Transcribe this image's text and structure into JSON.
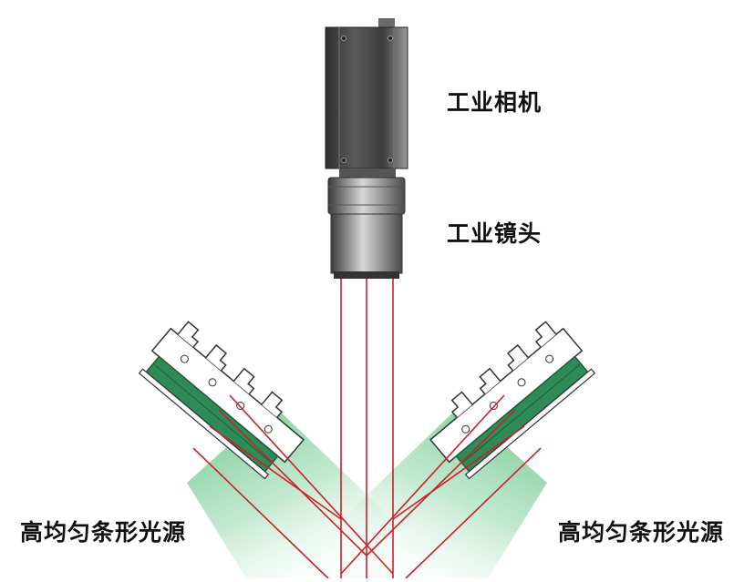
{
  "labels": {
    "camera": "工业相机",
    "lens": "工业镜头",
    "light_left": "高均匀条形光源",
    "light_right": "高均匀条形光源"
  },
  "colors": {
    "camera_body": "#4a4a4a",
    "lens_body": "#7a7a7a",
    "light_beam": "#7fcf9a",
    "light_emitter": "#2e8b57",
    "ray": "#cc1f2b",
    "bracket": "#ffffff"
  },
  "icons": [
    "industrial-camera-icon",
    "industrial-lens-icon",
    "bar-light-left-icon",
    "bar-light-right-icon"
  ]
}
